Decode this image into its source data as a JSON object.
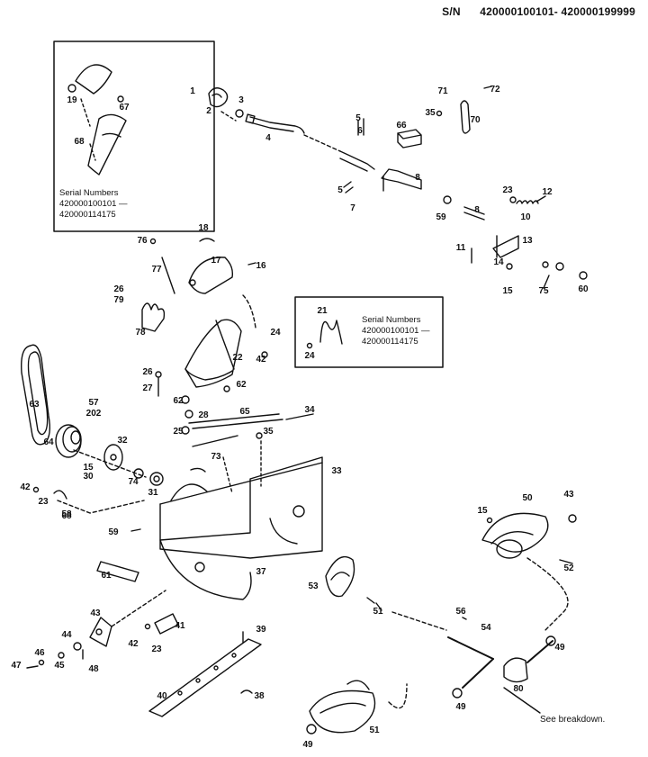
{
  "header": {
    "sn_label": "S/N",
    "sn_range": "420000100101- 420000199999"
  },
  "inset_left": {
    "title": "Serial Numbers",
    "line1": "420000100101 —",
    "line2": "420000114175"
  },
  "inset_right": {
    "title": "Serial Numbers",
    "line1": "420000100101 —",
    "line2": "420000114175"
  },
  "note": "See breakdown.",
  "callouts": {
    "c1": "1",
    "c2": "2",
    "c3": "3",
    "c4": "4",
    "c5a": "5",
    "c5b": "5",
    "c6": "6",
    "c7": "7",
    "c8a": "8",
    "c8b": "8",
    "c10": "10",
    "c11": "11",
    "c12": "12",
    "c13": "13",
    "c14": "14",
    "c15a": "15",
    "c15b": "15",
    "c15c": "15",
    "c16": "16",
    "c17": "17",
    "c18": "18",
    "c19": "19",
    "c21": "21",
    "c22": "22",
    "c23a": "23",
    "c23b": "23",
    "c23c": "23",
    "c24a": "24",
    "c24b": "24",
    "c25": "25",
    "c26a": "26",
    "c26b": "26",
    "c27": "27",
    "c28": "28",
    "c30": "30",
    "c31": "31",
    "c32": "32",
    "c33": "33",
    "c34": "34",
    "c35a": "35",
    "c35b": "35",
    "c37": "37",
    "c38": "38",
    "c39": "39",
    "c40": "40",
    "c41": "41",
    "c42a": "42",
    "c42b": "42",
    "c42c": "42",
    "c43a": "43",
    "c43b": "43",
    "c44": "44",
    "c45": "45",
    "c46": "46",
    "c47": "47",
    "c48": "48",
    "c49a": "49",
    "c49b": "49",
    "c49c": "49",
    "c50": "50",
    "c51a": "51",
    "c51b": "51",
    "c52": "52",
    "c53": "53",
    "c54": "54",
    "c56": "56",
    "c57": "57",
    "c58": "58",
    "c59a": "59",
    "c59b": "59",
    "c60": "60",
    "c61": "61",
    "c62a": "62",
    "c62b": "62",
    "c63": "63",
    "c64": "64",
    "c65": "65",
    "c66": "66",
    "c67": "67",
    "c68a": "68",
    "c68b": "68",
    "c70": "70",
    "c71": "71",
    "c72": "72",
    "c73": "73",
    "c74": "74",
    "c75": "75",
    "c76": "76",
    "c77": "77",
    "c78": "78",
    "c79": "79",
    "c80": "80",
    "c202": "202"
  }
}
